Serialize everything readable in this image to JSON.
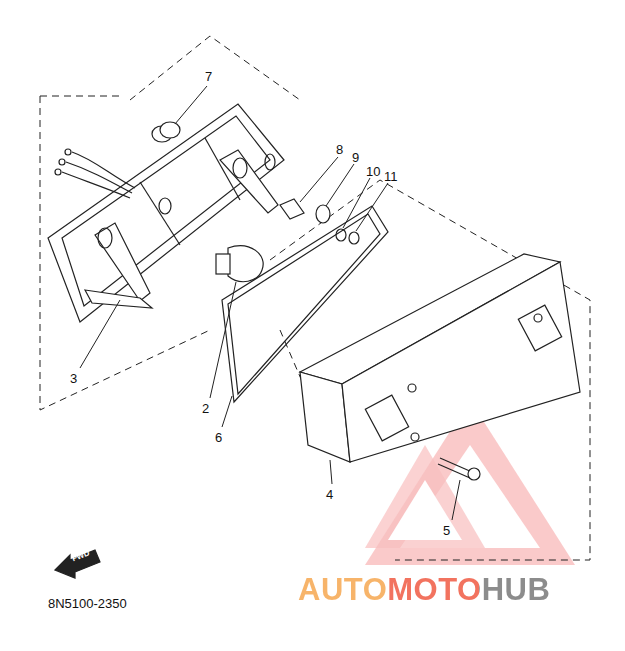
{
  "diagram": {
    "labels": [
      "7",
      "8",
      "9",
      "10",
      "11",
      "3",
      "2",
      "6",
      "4",
      "5",
      "FWD",
      "8N5100-2350",
      "AUTOMOTOHUB"
    ]
  }
}
